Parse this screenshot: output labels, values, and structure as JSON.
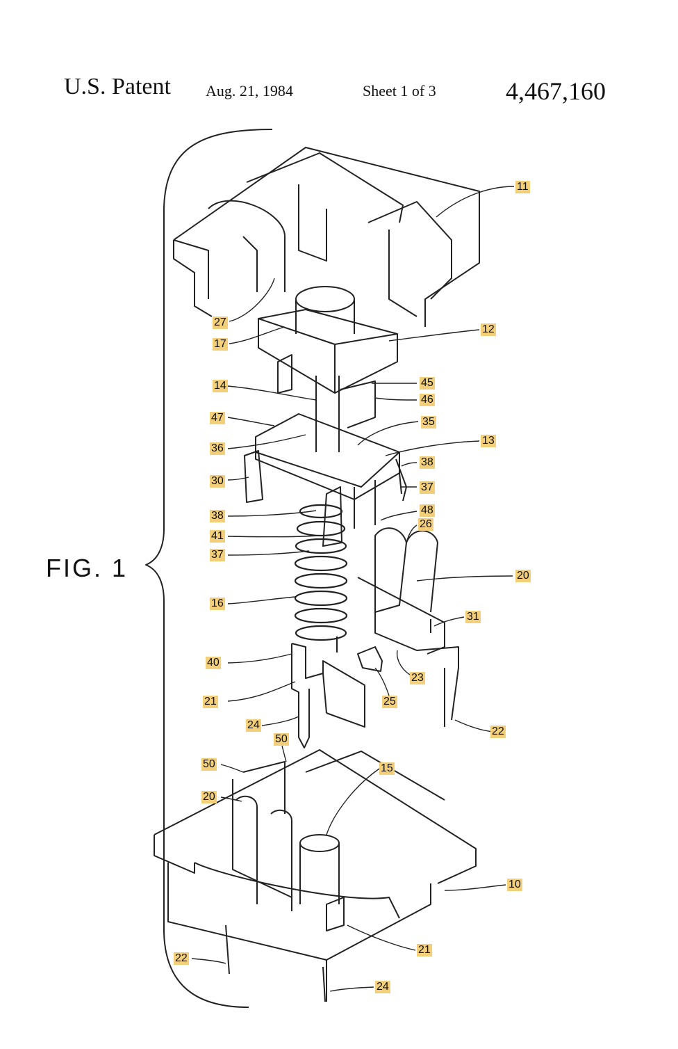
{
  "header": {
    "patent_label": "U.S. Patent",
    "date": "Aug. 21, 1984",
    "sheet": "Sheet 1 of 3",
    "patent_number": "4,467,160"
  },
  "figure": {
    "label": "FIG. 1",
    "refs": [
      "11",
      "27",
      "17",
      "12",
      "14",
      "45",
      "46",
      "47",
      "35",
      "36",
      "13",
      "38",
      "30",
      "37",
      "38",
      "48",
      "26",
      "41",
      "37",
      "20",
      "16",
      "31",
      "40",
      "23",
      "25",
      "21",
      "24",
      "22",
      "50",
      "50",
      "15",
      "20",
      "10",
      "21",
      "22",
      "24"
    ]
  }
}
